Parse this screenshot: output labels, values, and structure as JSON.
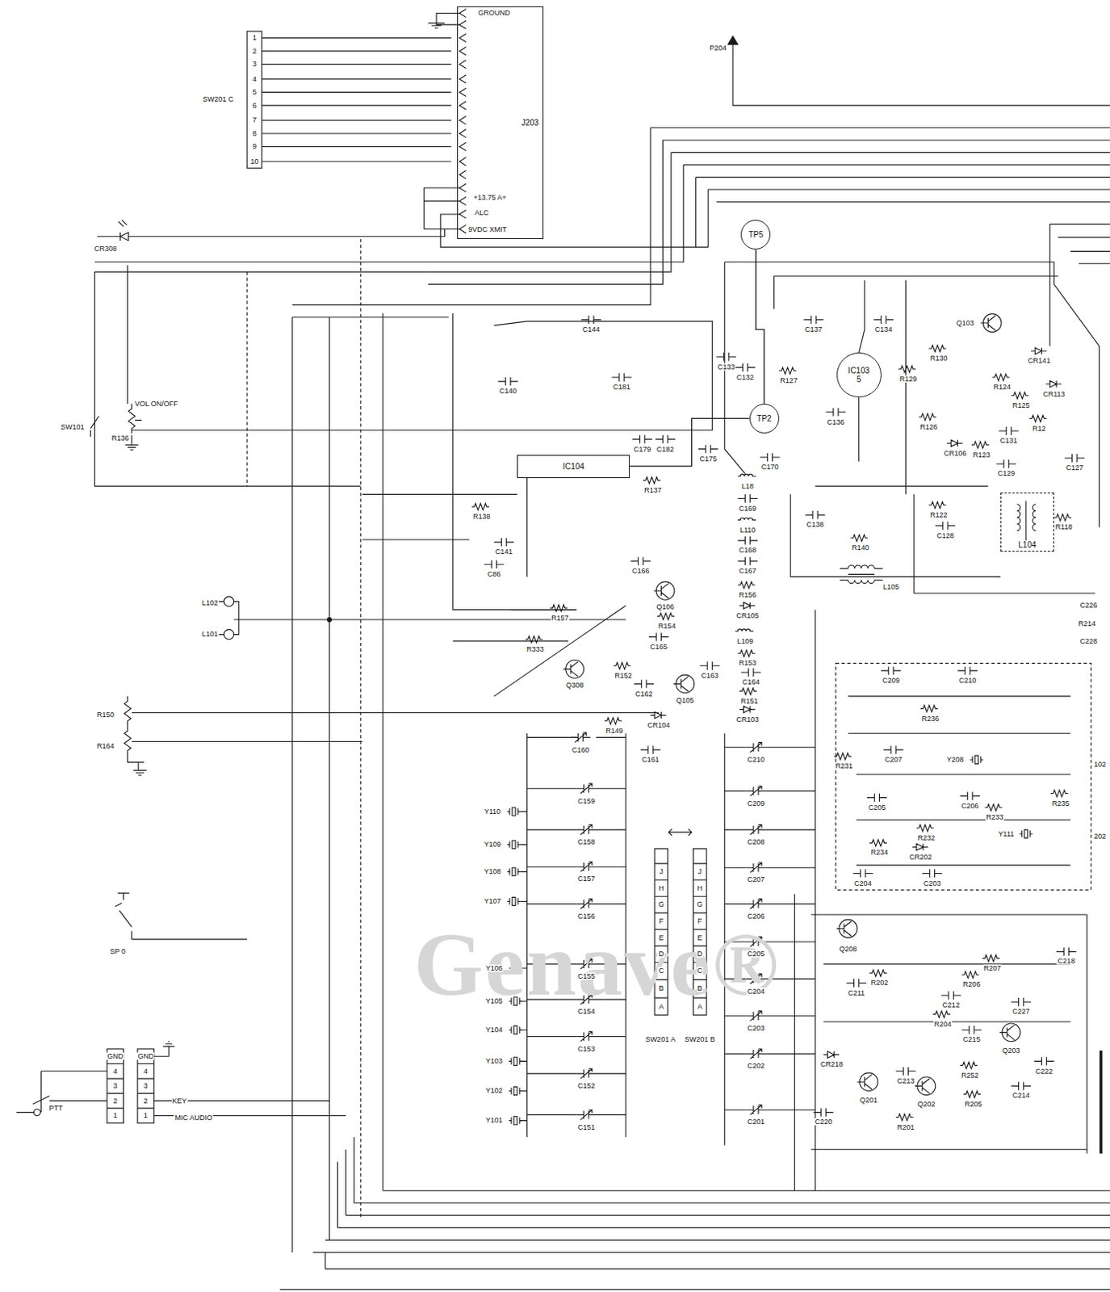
{
  "diagram": {
    "nodes": [
      {
        "text": [
          "J203"
        ]
      },
      {
        "text": [
          "TP5"
        ]
      },
      {
        "text": [
          "TP2"
        ]
      },
      {
        "text": [
          "IC103",
          "5"
        ]
      },
      {
        "text": [
          "IC104"
        ]
      },
      {
        "text": [
          "L104"
        ]
      }
    ],
    "edges": [
      {
        "from": 1,
        "to": 2,
        "arrow": "none"
      },
      {
        "from": 4,
        "to": 2,
        "arrow": "none"
      }
    ],
    "labels": [
      "GROUND",
      "+13.75 A+",
      "ALC",
      "9VDC XMIT",
      "SW201 C",
      "1",
      "2",
      "3",
      "4",
      "5",
      "6",
      "7",
      "8",
      "9",
      "10",
      "CR308",
      "P204",
      "C144",
      "C140",
      "C181",
      "C133",
      "C132",
      "C137",
      "C134",
      "R127",
      "R129",
      "R130",
      "Q103",
      "R124",
      "R125",
      "CR141",
      "CR113",
      "R12",
      "R126",
      "C136",
      "CR106",
      "R123",
      "C129",
      "C131",
      "C127",
      "R118",
      "R122",
      "C128",
      "C138",
      "R140",
      "L105",
      "R138",
      "C141",
      "C86",
      "R137",
      "C179",
      "C182",
      "C175",
      "C170",
      "L18",
      "C169",
      "L110",
      "C168",
      "C167",
      "C166",
      "Q106",
      "R156",
      "CR105",
      "R157",
      "R154",
      "C165",
      "L109",
      "R333",
      "R153",
      "Q308",
      "R152",
      "C162",
      "Q105",
      "C164",
      "C163",
      "R151",
      "CR103",
      "CR104",
      "R149",
      "R150",
      "R164",
      "C161",
      "C160",
      "C210",
      "C159",
      "C209",
      "Y110",
      "C158",
      "C208",
      "Y109",
      "Y108",
      "C157",
      "C207",
      "Y107",
      "C156",
      "C206",
      "Y106",
      "C155",
      "C205",
      "Y105",
      "C154",
      "C204",
      "Y104",
      "C153",
      "C203",
      "Y103",
      "C152",
      "C202",
      "Y102",
      "Y101",
      "C151",
      "C201",
      "SW201 A",
      "SW201 B",
      "A",
      "B",
      "C",
      "D",
      "E",
      "F",
      "G",
      "H",
      "J",
      "A",
      "B",
      "C",
      "D",
      "E",
      "F",
      "G",
      "H",
      "J",
      "Genave®",
      "C209",
      "C210",
      "R236",
      "R231",
      "C207",
      "Y208",
      "102",
      "C205",
      "C206",
      "R233",
      "Y111",
      "R235",
      "R232",
      "R234",
      "CR202",
      "C204",
      "C203",
      "202",
      "Q208",
      "R207",
      "R206",
      "C218",
      "C211",
      "R202",
      "C212",
      "R204",
      "C215",
      "C227",
      "CR218",
      "C213",
      "Q201",
      "Q202",
      "R252",
      "R205",
      "Q203",
      "C222",
      "C214",
      "R201",
      "C220",
      "C226",
      "C228",
      "R214",
      "SW101",
      "R136",
      "VOL ON/OFF",
      "L102",
      "L101",
      "SP 0",
      "GND",
      "4",
      "3",
      "2",
      "1",
      "GND",
      "4",
      "3",
      "2",
      "1",
      "PTT",
      "KEY",
      "MIC AUDIO"
    ]
  }
}
